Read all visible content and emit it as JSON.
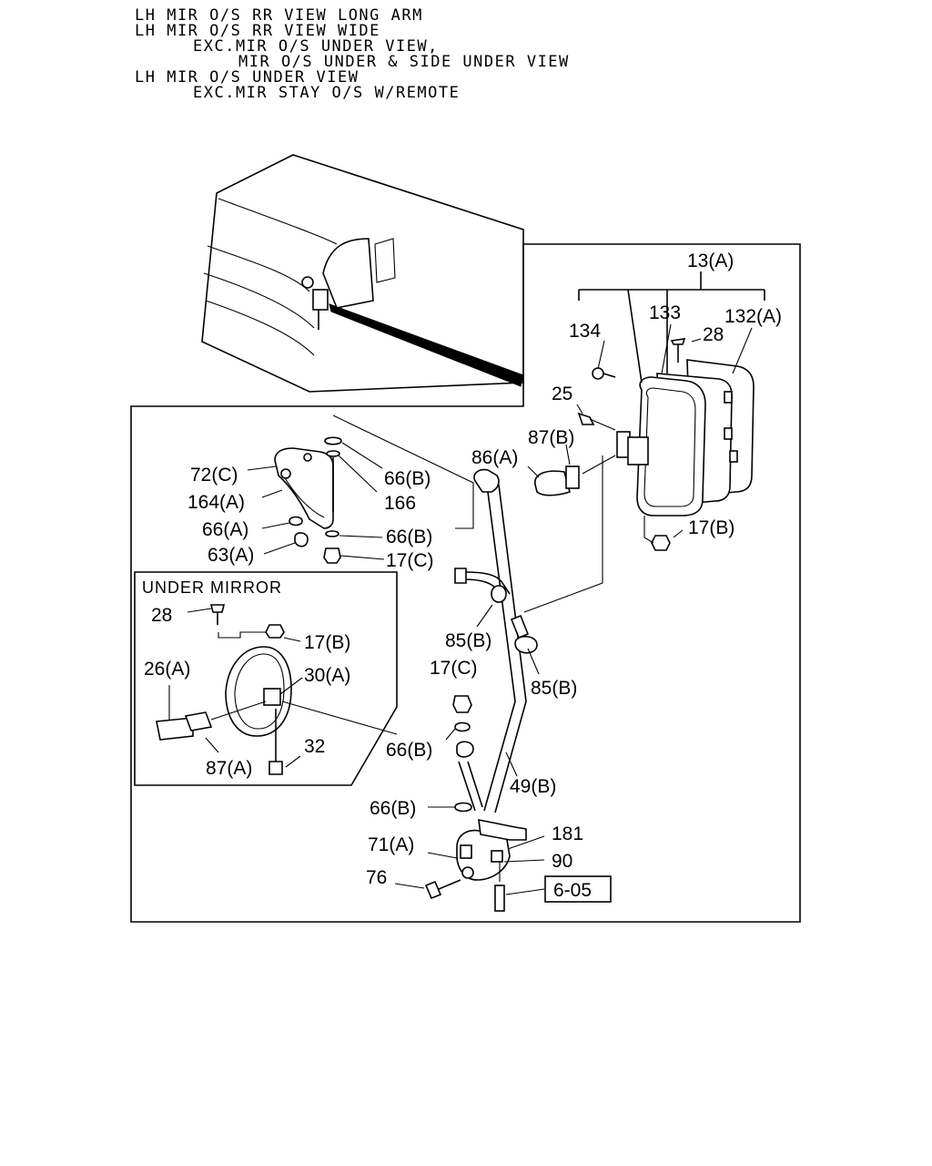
{
  "header": {
    "lines": [
      "LH MIR O/S RR VIEW LONG ARM",
      "LH MIR O/S RR VIEW WIDE",
      "EXC.MIR O/S UNDER VIEW,",
      "MIR O/S UNDER & SIDE UNDER VIEW",
      "LH MIR O/S UNDER VIEW",
      "EXC.MIR STAY O/S W/REMOTE"
    ]
  },
  "inset": {
    "title": "UNDER MIRROR"
  },
  "callouts": {
    "p13a": "13(A)",
    "p134": "134",
    "p133": "133",
    "p132a": "132(A)",
    "p28top": "28",
    "p25": "25",
    "p87b": "87(B)",
    "p86a": "86(A)",
    "p17b_right": "17(B)",
    "p72c": "72(C)",
    "p66b_1": "66(B)",
    "p166": "166",
    "p164a": "164(A)",
    "p66a": "66(A)",
    "p66b_2": "66(B)",
    "p63a": "63(A)",
    "p17c_1": "17(C)",
    "p85b_1": "85(B)",
    "p85b_2": "85(B)",
    "p17c_2": "17(C)",
    "p66b_3": "66(B)",
    "p49b": "49(B)",
    "p66b_4": "66(B)",
    "p71a": "71(A)",
    "p181": "181",
    "p90": "90",
    "p76": "76",
    "p605": "6-05",
    "p28inset": "28",
    "p17b_inset": "17(B)",
    "p26a": "26(A)",
    "p30a": "30(A)",
    "p32": "32",
    "p87a": "87(A)"
  }
}
